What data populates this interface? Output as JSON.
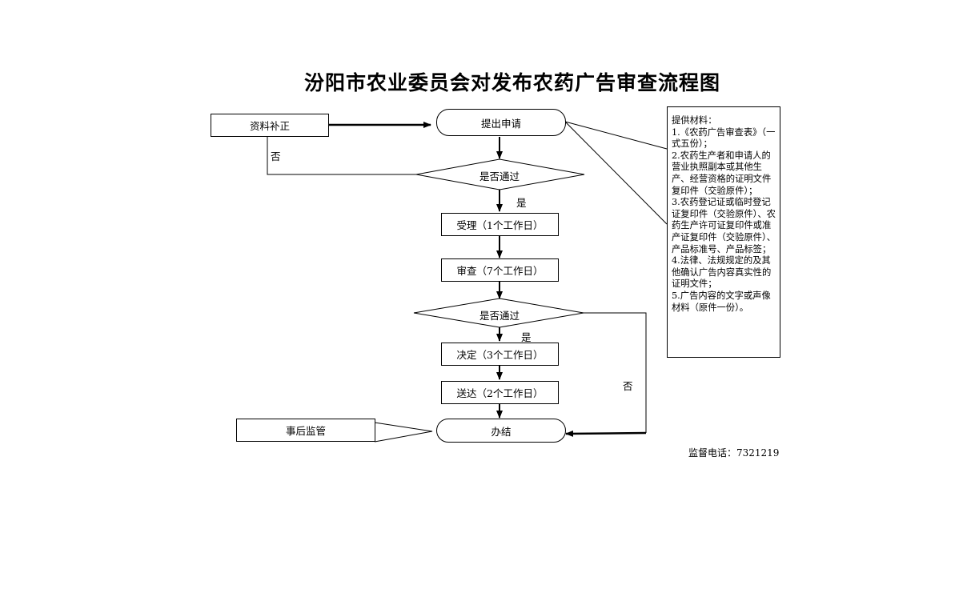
{
  "title": "汾阳市农业委员会对发布农药广告审查流程图",
  "nodes": {
    "supplement": "资料补正",
    "apply": "提出申请",
    "check1": "是否通过",
    "accept": "受理（1个工作日）",
    "review": "审查（7个工作日）",
    "check2": "是否通过",
    "decide": "决定（3个工作日）",
    "deliver": "送达（2个工作日）",
    "finish": "办结",
    "supervise": "事后监管"
  },
  "labels": {
    "no1": "否",
    "yes1": "是",
    "yes2": "是",
    "no2": "否"
  },
  "materials": {
    "heading": "提供材料：",
    "items": [
      "1.《农药广告审查表》（一式五份）；",
      "2.农药生产者和申请人的营业执照副本或其他生产、经营资格的证明文件复印件（交验原件）；",
      "3.农药登记证或临时登记证复印件（交验原件）、农药生产许可证复印件或准产证复印件（交验原件）、产品标准号、产品标签；",
      "4.法律、法规规定的及其他确认广告内容真实性的证明文件；",
      "5.广告内容的文字或声像材料（原件一份）。"
    ]
  },
  "phone": "监督电话：7321219"
}
